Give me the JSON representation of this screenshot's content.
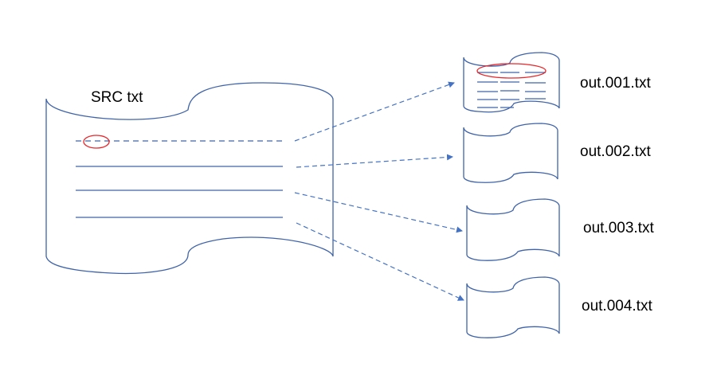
{
  "source": {
    "label": "SRC txt"
  },
  "outputs": [
    {
      "label": "out.001.txt"
    },
    {
      "label": "out.002.txt"
    },
    {
      "label": "out.003.txt"
    },
    {
      "label": "out.004.txt"
    }
  ],
  "colors": {
    "stroke": "#3F63A8",
    "highlight": "#E8262A",
    "arrow": "#4472C4"
  }
}
